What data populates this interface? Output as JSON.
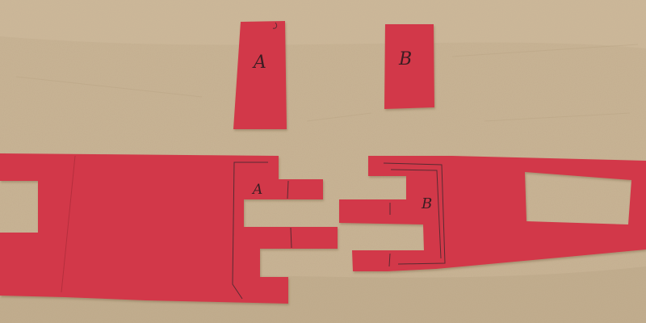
{
  "photo": {
    "colors": {
      "cardboard": "#c8b394",
      "cardboard_dark": "#b9a484",
      "paper_red": "#d2394a",
      "paper_red_shade": "#c5303f",
      "pencil": "#5a2a30",
      "ink": "#3a1f23"
    },
    "labels": {
      "piece_a": "A",
      "piece_b": "B",
      "strip_left_mark": "A",
      "strip_right_mark": "B"
    }
  }
}
